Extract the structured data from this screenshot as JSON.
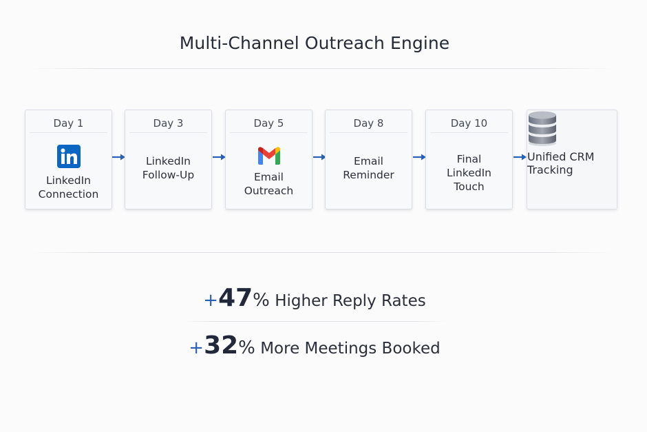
{
  "title": "Multi-Channel Outreach Engine",
  "steps": [
    {
      "day": "Day 1",
      "label": "LinkedIn\nConnection",
      "icon": "linkedin-icon"
    },
    {
      "day": "Day 3",
      "label": "LinkedIn\nFollow-Up",
      "icon": ""
    },
    {
      "day": "Day 5",
      "label": "Email\nOutreach",
      "icon": "gmail-icon"
    },
    {
      "day": "Day 8",
      "label": "Email\nReminder",
      "icon": ""
    },
    {
      "day": "Day 10",
      "label": "Final\nLinkedIn\nTouch",
      "icon": ""
    }
  ],
  "crm": {
    "label": "Unified CRM\nTracking",
    "icon": "database-icon"
  },
  "stats": [
    {
      "plus": "+",
      "number": "47",
      "percent": "%",
      "text": " Higher Reply Rates"
    },
    {
      "plus": "+",
      "number": "32",
      "percent": "%",
      "text": " More Meetings Booked"
    }
  ],
  "colors": {
    "accent": "#2760b8",
    "linkedin": "#0a66c2",
    "card_bg": "#f8f9fb"
  }
}
